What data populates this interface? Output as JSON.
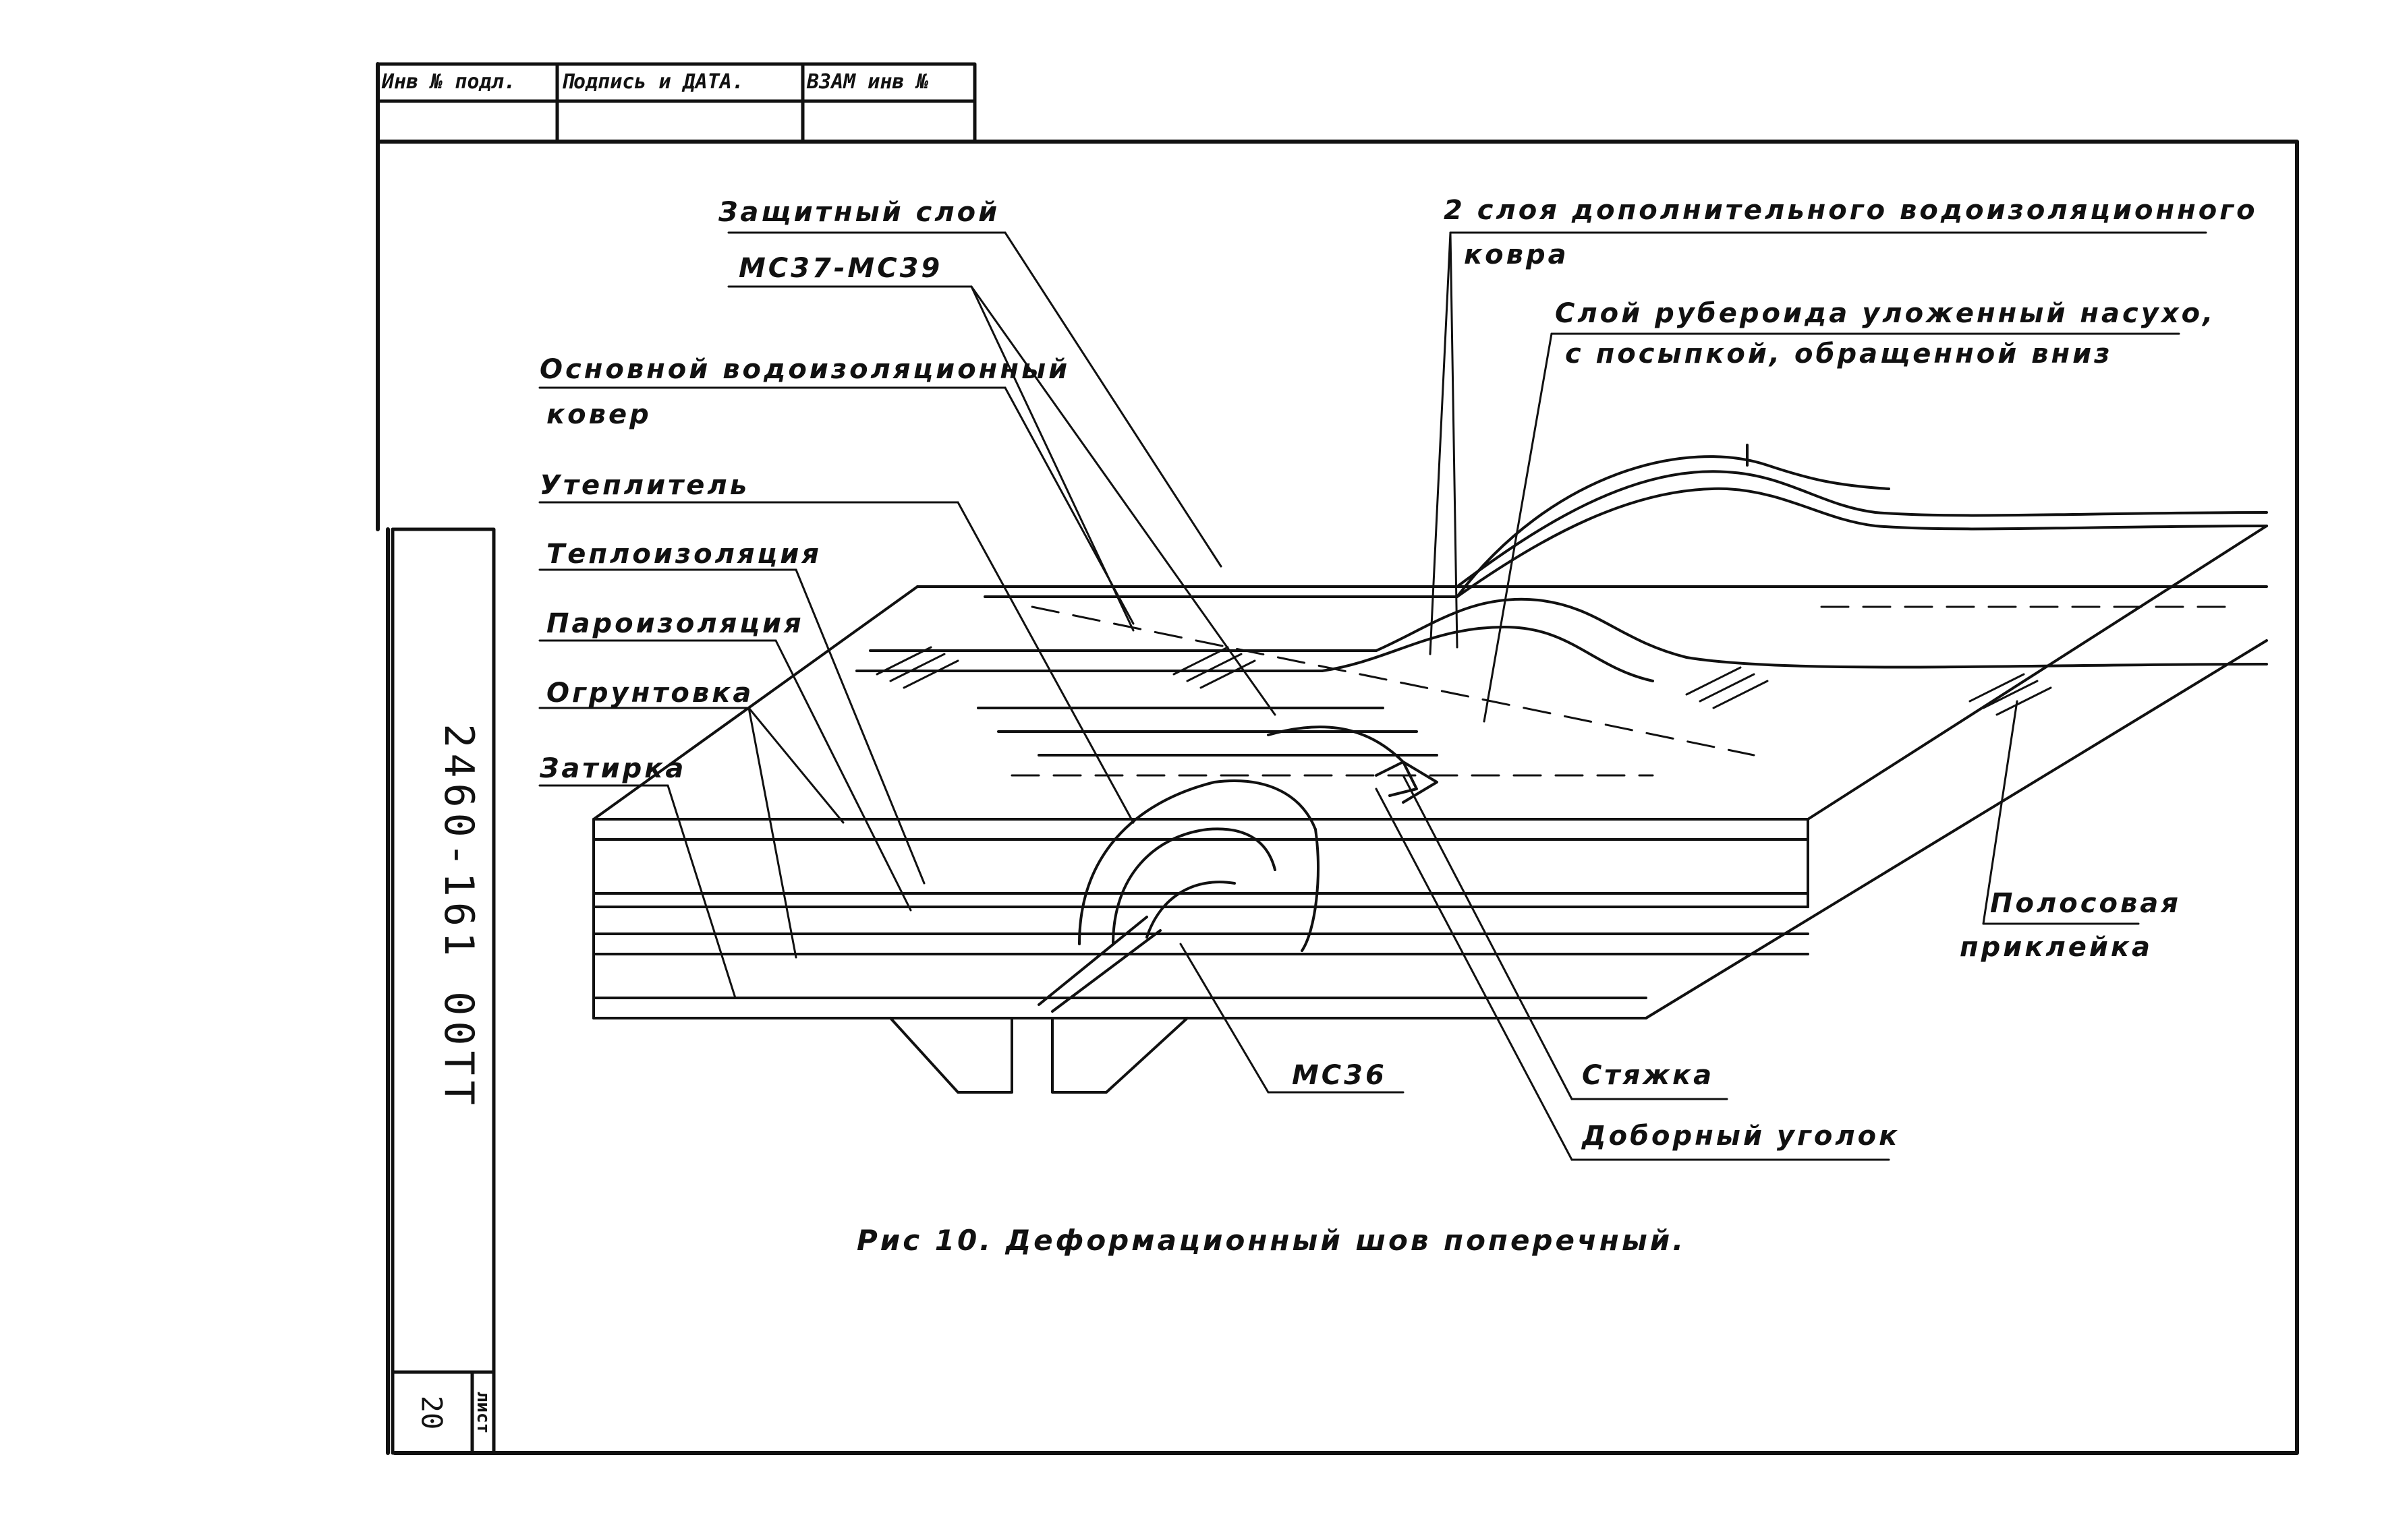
{
  "stamp_top": {
    "col1": "Инв № подл.",
    "col2": "Подпись и ДАТА.",
    "col3": "ВЗАМ инв №"
  },
  "side": {
    "doc_code": "2460-161 00ТТ",
    "sheet_label": "лист",
    "sheet_number": "20"
  },
  "labels": {
    "protective_layer": "Защитный слой",
    "ms37_ms39": "МС37-МС39",
    "main_carpet_line1": "Основной водоизоляционный",
    "main_carpet_line2": "ковер",
    "insulant": "Утеплитель",
    "thermal_insulation": "Теплоизоляция",
    "vapor_barrier": "Пароизоляция",
    "priming": "Огрунтовка",
    "grouting": "Затирка",
    "extra_carpet_line1": "2 слоя дополнительного водоизоляционного",
    "extra_carpet_line2": "ковра",
    "roofing_felt_line1": "Слой рубероида уложенный насухо,",
    "roofing_felt_line2": "с посыпкой, обращенной вниз",
    "strip_gluing_line1": "Полосовая",
    "strip_gluing_line2": "приклейка",
    "ms36": "МС36",
    "screed": "Стяжка",
    "extra_angle": "Доборный уголок"
  },
  "caption": "Рис 10. Деформационный шов поперечный."
}
